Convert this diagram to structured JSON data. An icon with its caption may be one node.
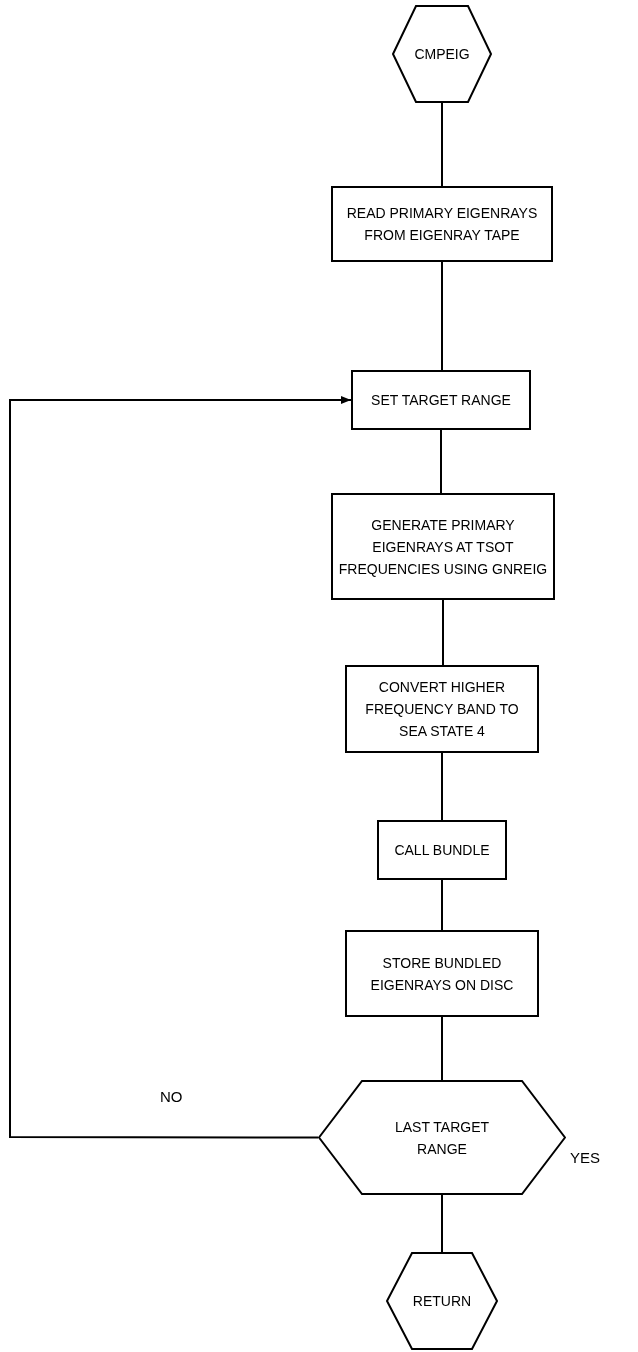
{
  "diagram": {
    "nodes": [
      {
        "text": [
          "CMPEIG"
        ]
      },
      {
        "text": [
          "READ PRIMARY EIGENRAYS FROM EIGENRAY TAPE"
        ]
      },
      {
        "text": [
          "SET TARGET RANGE"
        ]
      },
      {
        "text": [
          "GENERATE PRIMARY EIGENRAYS AT TSOT FREQUENCIES USING GNREIG"
        ]
      },
      {
        "text": [
          "CONVERT HIGHER FREQUENCY BAND TO SEA STATE 4"
        ]
      },
      {
        "text": [
          "CALL BUNDLE"
        ]
      },
      {
        "text": [
          "STORE BUNDLED EIGENRAYS ON DISC"
        ]
      },
      {
        "text": [
          "LAST TARGET RANGE"
        ]
      },
      {
        "text": [
          "RETURN"
        ]
      }
    ],
    "edges": [
      {
        "from": 0,
        "to": 1,
        "arrow": "none"
      },
      {
        "from": 1,
        "to": 2,
        "arrow": "none"
      },
      {
        "from": 2,
        "to": 3,
        "arrow": "none"
      },
      {
        "from": 3,
        "to": 4,
        "arrow": "none"
      },
      {
        "from": 4,
        "to": 5,
        "arrow": "none"
      },
      {
        "from": 5,
        "to": 6,
        "arrow": "none"
      },
      {
        "from": 6,
        "to": 7,
        "arrow": "none"
      },
      {
        "from": 7,
        "to": 2,
        "arrow": "to",
        "label": "NO"
      },
      {
        "from": 7,
        "to": 8,
        "arrow": "none"
      }
    ],
    "labels": [
      "YES"
    ]
  }
}
